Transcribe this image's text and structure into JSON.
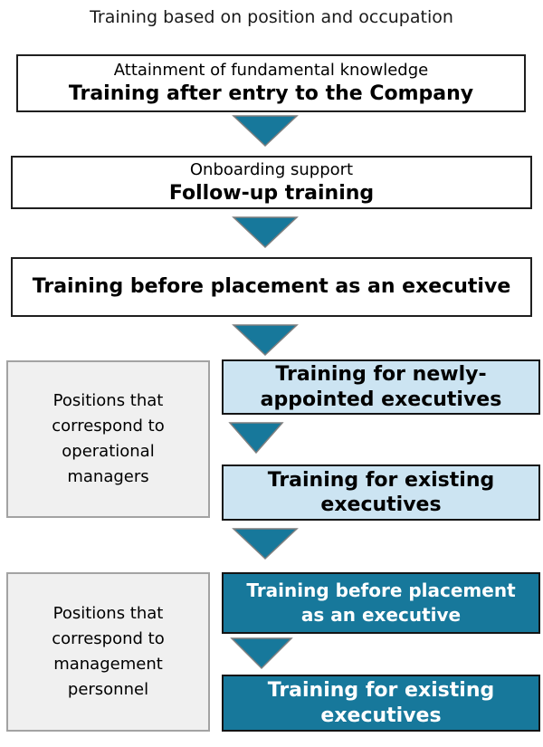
{
  "title": "Training based on position and occupation",
  "colors": {
    "teal": "#17789B",
    "light_blue": "#CCE4F2",
    "gray_fill": "#F0F0F0",
    "gray_border": "#A3A3A3",
    "box_border": "#1F1F1F"
  },
  "icons": {
    "down_arrow": "down-triangle"
  },
  "flow": {
    "entry": {
      "subtitle": "Attainment of fundamental knowledge",
      "title": "Training after entry to the Company"
    },
    "followup": {
      "subtitle": "Onboarding support",
      "title": "Follow-up training"
    },
    "placement": {
      "title": "Training before placement as an executive"
    }
  },
  "sections": {
    "operational": {
      "side_label": "Positions that\ncorrespond to\noperational\nmanagers",
      "box1": "Training for newly-\nappointed executives",
      "box2": "Training for existing\nexecutives"
    },
    "management": {
      "side_label": "Positions that\ncorrespond to\nmanagement\npersonnel",
      "box1": "Training before placement\nas an executive",
      "box2": "Training for existing\nexecutives"
    }
  }
}
